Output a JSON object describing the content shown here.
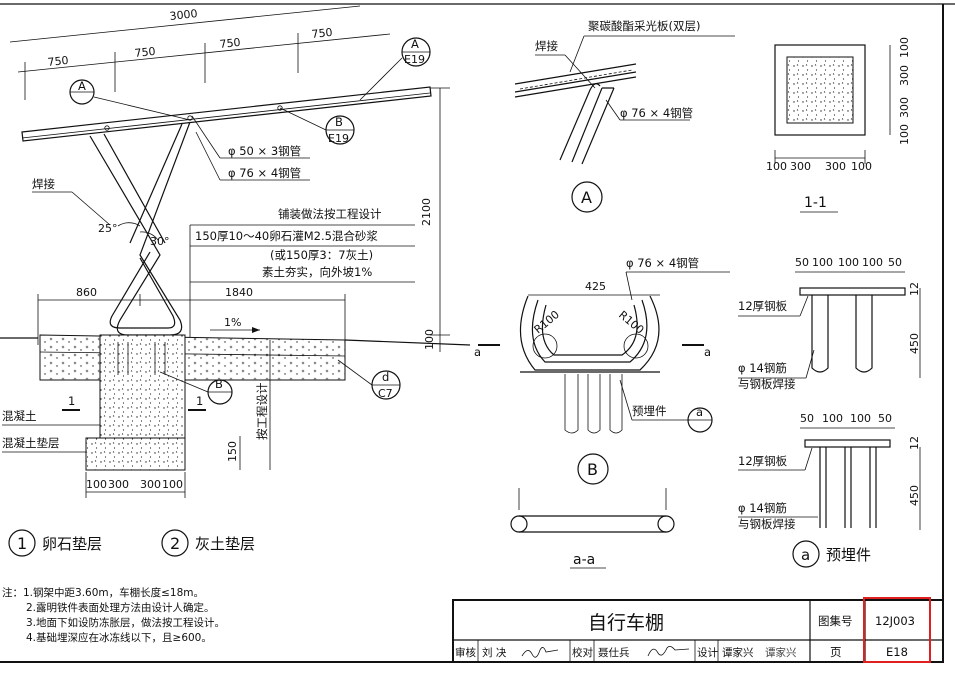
{
  "frame": {
    "border_color": "#111111",
    "highlight_color": "#e02020"
  },
  "main_elevation": {
    "dims_top": [
      "3000",
      "750",
      "750",
      "750",
      "750"
    ],
    "callout_A": "A",
    "callout_A_E19_top": "A",
    "callout_A_E19_bottom": "E19",
    "callout_B_E19_top": "B",
    "callout_B_E19_bottom": "E19",
    "pipe_small": "φ 50 × 3钢管",
    "pipe_large": "φ 76 × 4钢管",
    "weld": "焊接",
    "angle_25": "25°",
    "angle_30": "30°",
    "height_2100": "2100",
    "paving_title": "铺装做法按工程设计",
    "paving_lines": [
      "150厚10～40卵石灌M2.5混合砂浆",
      "(或150厚3：7灰土)",
      "素土夯实，向外坡1%"
    ],
    "dim_860": "860",
    "dim_1840": "1840",
    "slope": "1%",
    "dim_100": "100",
    "callout_B_top": "B",
    "callout_B_bottom": "—",
    "callout_d_top": "d",
    "callout_d_bottom": "C7",
    "section_mark": "1",
    "depth_text": "按工程设计",
    "dim_150": "150",
    "concrete": "混凝土",
    "concrete_pad": "混凝土垫层",
    "footing_dims": [
      "100",
      "300",
      "300",
      "100"
    ]
  },
  "variants": [
    {
      "num": "1",
      "label": "卵石垫层"
    },
    {
      "num": "2",
      "label": "灰土垫层"
    }
  ],
  "detail_A": {
    "panel": "聚碳酸酯采光板(双层)",
    "weld": "焊接",
    "pipe": "φ 76 × 4钢管",
    "mark": "A"
  },
  "section_1_1": {
    "dims_bottom": [
      "100",
      "300",
      "300",
      "100"
    ],
    "dims_right": [
      "100",
      "300",
      "300",
      "100"
    ],
    "label": "1-1"
  },
  "detail_B": {
    "pipe": "φ 76 × 4钢管",
    "dim_425": "425",
    "r_left": "R100",
    "r_right": "R100",
    "cut_left": "a",
    "cut_right": "a",
    "embed_label": "预埋件",
    "embed_callout": "a",
    "mark": "B"
  },
  "section_a_a": {
    "label": "a-a"
  },
  "detail_a": {
    "dims_top1": [
      "50",
      "100",
      "100",
      "100",
      "50"
    ],
    "dim_12": "12",
    "plate1": "12厚钢板",
    "bar1": "φ 14钢筋",
    "weld1": "与钢板焊接",
    "dim_450": "450",
    "dims_top2": [
      "50",
      "100",
      "100",
      "50"
    ],
    "plate2": "12厚钢板",
    "bar2": "φ 14钢筋",
    "weld2": "与钢板焊接",
    "mark": "a",
    "title": "预埋件"
  },
  "notes": [
    "注：1.钢架中距3.60m，车棚长度≤18m。",
    "2.露明铁件表面处理方法由设计人确定。",
    "3.地面下如设防冻胀层，做法按工程设计。",
    "4.基础埋深应在冰冻线以下，且≥600。"
  ],
  "title_block": {
    "title": "自行车棚",
    "atlas_label": "图集号",
    "atlas_value": "12J003",
    "page_label": "页",
    "page_value": "E18",
    "sign_row": [
      "审核",
      "刘 决",
      "校对",
      "聂仕兵",
      "设计",
      "谭家兴",
      "谭家兴"
    ]
  }
}
